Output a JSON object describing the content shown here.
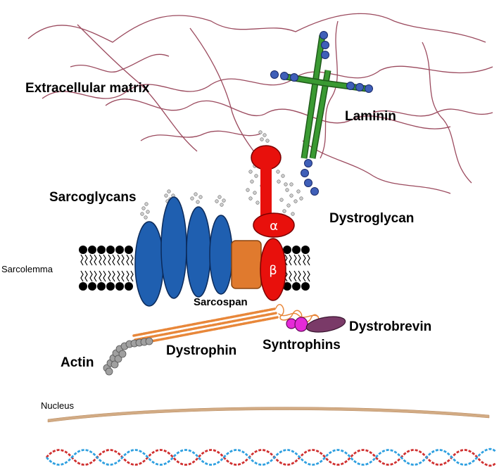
{
  "labels": {
    "extracellular_matrix": "Extracellular matrix",
    "laminin": "Laminin",
    "sarcoglycans": "Sarcoglycans",
    "dystroglycan": "Dystroglycan",
    "sarcolemma": "Sarcolemma",
    "sarcospan": "Sarcospan",
    "dystrobrevin": "Dystrobrevin",
    "syntrophins": "Syntrophins",
    "actin": "Actin",
    "dystrophin": "Dystrophin",
    "nucleus": "Nucleus",
    "alpha_symbol": "α",
    "beta_symbol": "β"
  },
  "colors": {
    "matrix_fibers": "#9b4a5e",
    "laminin_green": "#3a9a32",
    "laminin_beads": "#3f5fb8",
    "sarcoglycan_blue": "#1f5fb0",
    "sarcospan_orange": "#e07a2e",
    "dystroglycan_red": "#e8100c",
    "dystrophin_orange": "#e8873a",
    "syntrophin_magenta": "#e62ad8",
    "dystrobrevin_purple": "#7a3a68",
    "actin_gray": "#a0a0a0",
    "nucleus_tan": "#d2ab84",
    "dna_red": "#d03030",
    "dna_blue": "#2fa0e0",
    "membrane_black": "#000000"
  }
}
